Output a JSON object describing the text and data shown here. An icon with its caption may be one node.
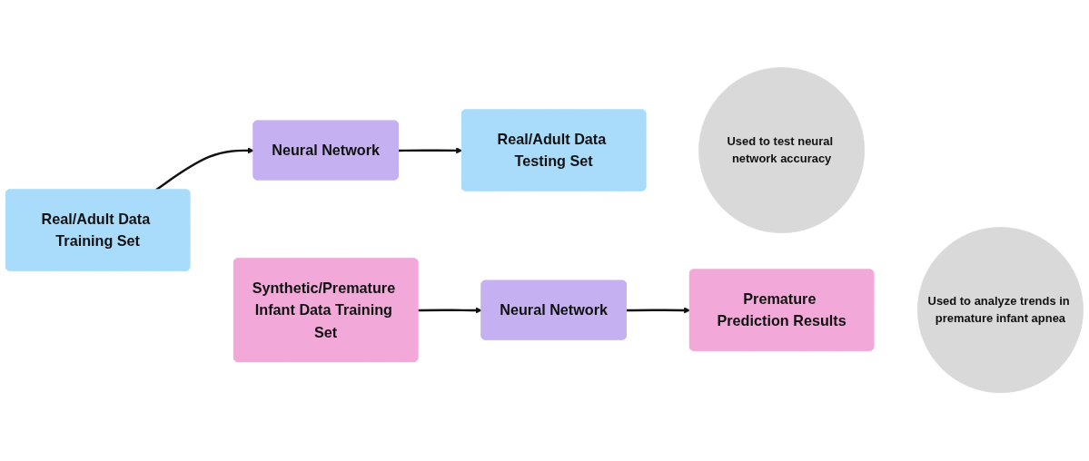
{
  "diagram": {
    "nodes": [
      {
        "text": [
          "Real/Adult Data Training Set"
        ]
      },
      {
        "text": [
          "Neural Network"
        ]
      },
      {
        "text": [
          "Real/Adult Data Testing Set"
        ]
      },
      {
        "text": [
          "Used to test neural network accuracy"
        ]
      },
      {
        "text": [
          "Synthetic/Premature Infant Data Training Set"
        ]
      },
      {
        "text": [
          "Neural Network"
        ]
      },
      {
        "text": [
          "Premature Prediction Results"
        ]
      },
      {
        "text": [
          "Used to analyze trends in premature infant apnea"
        ]
      }
    ],
    "edges": [
      {
        "from": 0,
        "to": 1,
        "arrow": "to"
      },
      {
        "from": 1,
        "to": 2,
        "arrow": "to"
      },
      {
        "from": 4,
        "to": 5,
        "arrow": "to"
      },
      {
        "from": 5,
        "to": 6,
        "arrow": "to"
      }
    ]
  }
}
